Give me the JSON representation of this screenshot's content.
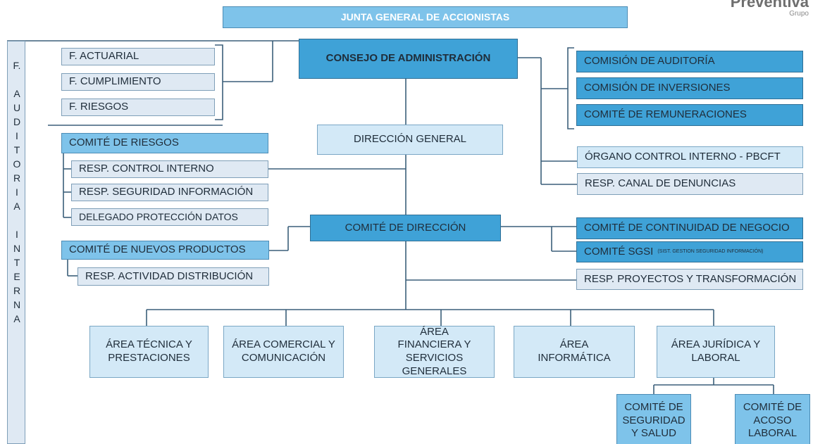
{
  "logo": {
    "name": "Preventiva",
    "sub": "Grupo"
  },
  "junta": "JUNTA GENERAL DE ACCIONISTAS",
  "consejo": "CONSEJO DE ADMINISTRACIÓN",
  "auditoria_letters": [
    "F.",
    "",
    "A",
    "U",
    "D",
    "I",
    "T",
    "O",
    "R",
    "I",
    "A",
    "",
    "I",
    "N",
    "T",
    "E",
    "R",
    "N",
    "A"
  ],
  "funciones": [
    "F. ACTUARIAL",
    "F. CUMPLIMIENTO",
    "F. RIESGOS"
  ],
  "comisiones": [
    "COMISIÓN DE AUDITORÍA",
    "COMISIÓN DE INVERSIONES",
    "COMITÉ DE REMUNERACIONES"
  ],
  "direccion_general": "DIRECCIÓN GENERAL",
  "organo_control": "ÓRGANO CONTROL INTERNO  - PBCFT",
  "canal_denuncias": "RESP. CANAL DE DENUNCIAS",
  "comite_riesgos": "COMITÉ DE RIESGOS",
  "riesgos_items": [
    "RESP. CONTROL INTERNO",
    "RESP. SEGURIDAD INFORMACIÓN",
    "DELEGADO PROTECCIÓN DATOS"
  ],
  "comite_direccion": "COMITÉ DE DIRECCIÓN",
  "comite_nuevos": "COMITÉ DE NUEVOS PRODUCTOS",
  "resp_distribucion": "RESP. ACTIVIDAD DISTRIBUCIÓN",
  "comite_continuidad": "COMITÉ DE CONTINUIDAD DE NEGOCIO",
  "comite_sgsi": "COMITÉ SGSI",
  "comite_sgsi_note": "(SIST. GESTION SEGURIDAD INFORMACIÓN)",
  "resp_proyectos": "RESP. PROYECTOS Y TRANSFORMACIÓN",
  "areas": [
    "ÁREA TÉCNICA Y PRESTACIONES",
    "ÁREA COMERCIAL Y COMUNICACIÓN",
    "ÁREA FINANCIERA Y SERVICIOS GENERALES",
    "ÁREA INFORMÁTICA",
    "ÁREA JURÍDICA Y LABORAL"
  ],
  "sub_comites": [
    "COMITÉ DE SEGURIDAD Y SALUD",
    "COMITÉ DE ACOSO LABORAL"
  ]
}
